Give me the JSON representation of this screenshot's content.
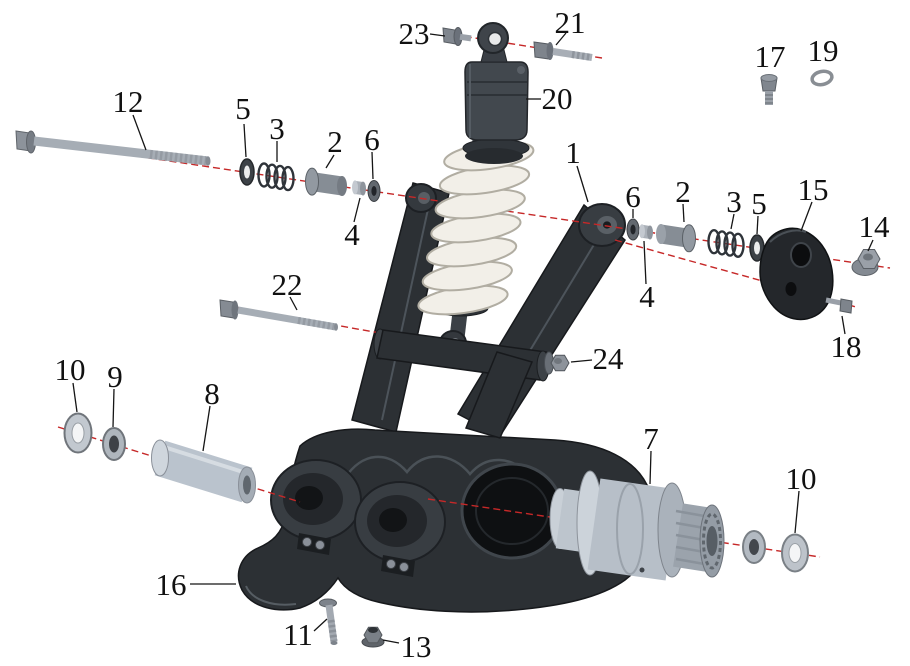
{
  "figure": {
    "type": "exploded-parts-diagram",
    "background": "#ffffff"
  },
  "colors": {
    "background": "#ffffff",
    "axis": "#c62828",
    "leader": "#151515",
    "label_text": "#111111",
    "frame_dark": "#2c3034",
    "frame_edge": "#17191c",
    "spring_white": "#f2efe8",
    "metal_light": "#b9c2cc",
    "metal_mid": "#9aa1a9",
    "shock_body": "#42484e"
  },
  "callouts": [
    {
      "label": "23"
    },
    {
      "label": "21"
    },
    {
      "label": "20"
    },
    {
      "label": "17"
    },
    {
      "label": "19"
    },
    {
      "label": "12"
    },
    {
      "label": "5"
    },
    {
      "label": "3"
    },
    {
      "label": "2"
    },
    {
      "label": "6"
    },
    {
      "label": "4"
    },
    {
      "label": "1"
    },
    {
      "label": "6"
    },
    {
      "label": "2"
    },
    {
      "label": "3"
    },
    {
      "label": "5"
    },
    {
      "label": "15"
    },
    {
      "label": "14"
    },
    {
      "label": "4"
    },
    {
      "label": "18"
    },
    {
      "label": "22"
    },
    {
      "label": "24"
    },
    {
      "label": "10"
    },
    {
      "label": "9"
    },
    {
      "label": "8"
    },
    {
      "label": "7"
    },
    {
      "label": "10"
    },
    {
      "label": "16"
    },
    {
      "label": "11"
    },
    {
      "label": "13"
    }
  ]
}
